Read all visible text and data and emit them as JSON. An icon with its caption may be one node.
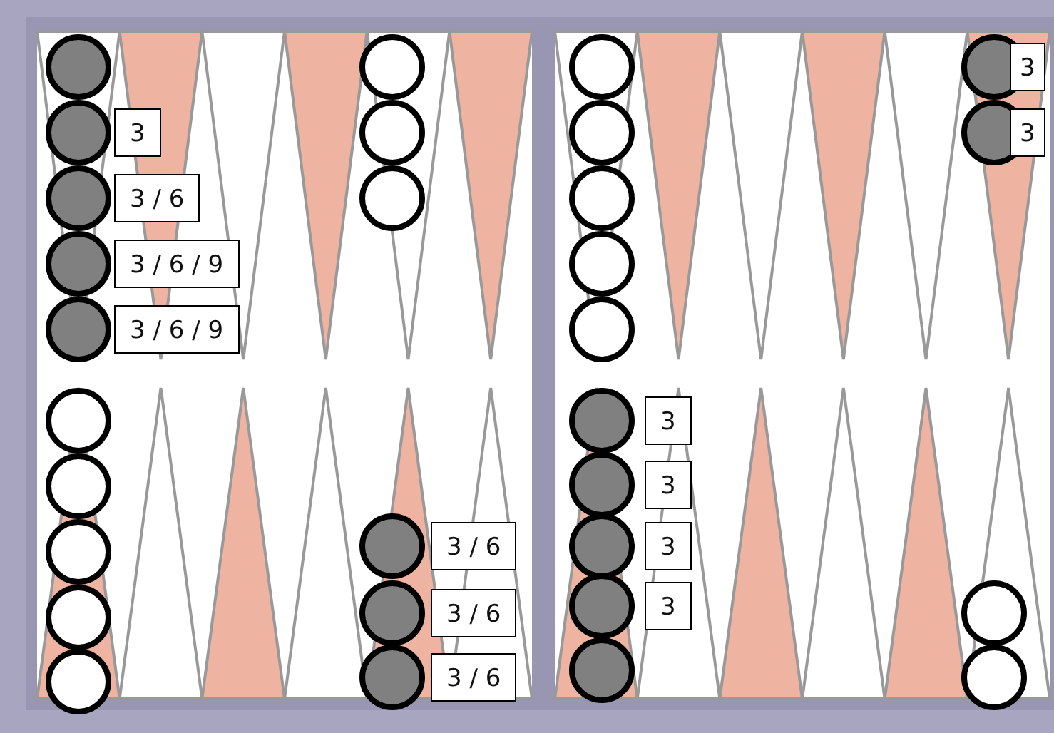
{
  "diagram": {
    "labels": [
      "3",
      "3 / 6",
      "3 / 6 / 9",
      "3 / 6 / 9",
      "3",
      "3",
      "3",
      "3",
      "3",
      "3",
      "3 / 6",
      "3 / 6",
      "3 / 6"
    ]
  }
}
